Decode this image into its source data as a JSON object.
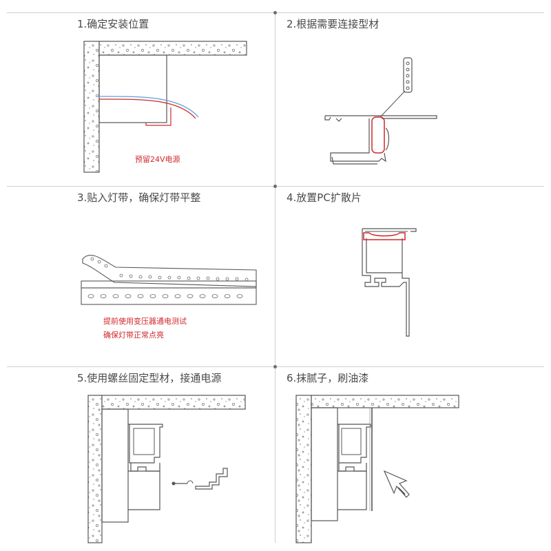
{
  "steps": [
    {
      "title": "1.确定安装位置",
      "note": "预留24V电源"
    },
    {
      "title": "2.根据需要连接型材"
    },
    {
      "title": "3.贴入灯带，确保灯带平整",
      "notes": [
        "提前使用变压器通电测试",
        "确保灯带正常点亮"
      ]
    },
    {
      "title": "4.放置PC扩散片"
    },
    {
      "title": "5.使用螺丝固定型材，接通电源"
    },
    {
      "title": "6.抹腻子，刷油漆"
    }
  ],
  "colors": {
    "line": "#555555",
    "red": "#d0272b",
    "blue": "#5aa0dc",
    "divider": "#cfcfcf"
  }
}
